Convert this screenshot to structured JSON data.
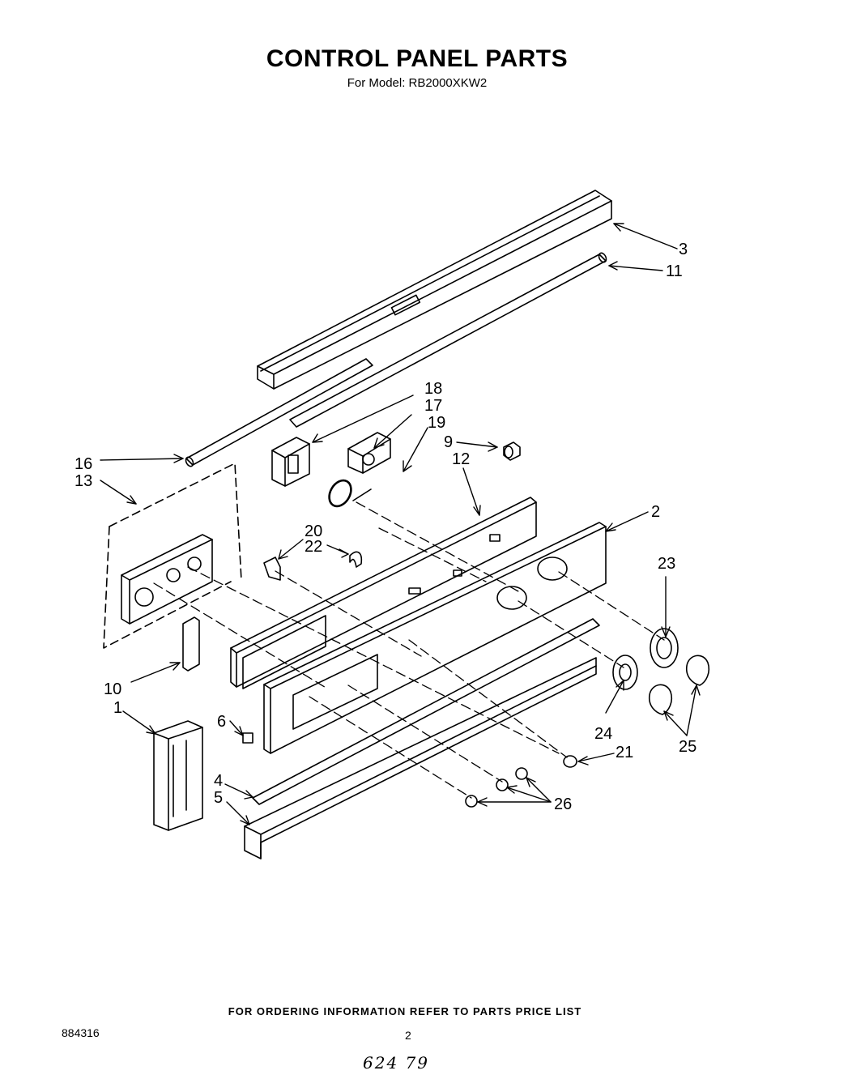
{
  "header": {
    "title": "CONTROL PANEL PARTS",
    "model": "For Model: RB2000XKW2"
  },
  "callouts": {
    "c1": "1",
    "c2": "2",
    "c3": "3",
    "c4": "4",
    "c5": "5",
    "c6": "6",
    "c9": "9",
    "c10": "10",
    "c11": "11",
    "c12": "12",
    "c13": "13",
    "c16": "16",
    "c17": "17",
    "c18": "18",
    "c19": "19",
    "c20": "20",
    "c21": "21",
    "c22": "22",
    "c23": "23",
    "c24": "24",
    "c25": "25",
    "c26": "26"
  },
  "footer": {
    "notice": "FOR ORDERING INFORMATION REFER TO PARTS PRICE LIST",
    "doc_number": "884316",
    "page": "2",
    "handwritten": "624 79"
  }
}
